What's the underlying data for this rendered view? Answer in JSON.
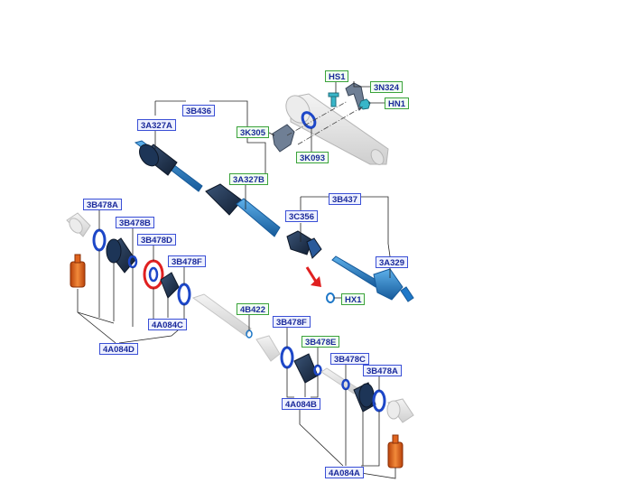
{
  "colors": {
    "leader": "#222222",
    "blue_border": "#3a4fd6",
    "green_border": "#3aa23a",
    "shaft": "#1f78c8",
    "boot": "#1d3557",
    "ring": "#1d47c8",
    "damper": "#e0641e",
    "highlight": "#e02020",
    "ghost": "#dcdcdc"
  },
  "callouts": [
    {
      "id": "HS1",
      "text": "HS1",
      "style": "green"
    },
    {
      "id": "3N324",
      "text": "3N324",
      "style": "green"
    },
    {
      "id": "HN1",
      "text": "HN1",
      "style": "green"
    },
    {
      "id": "3K305",
      "text": "3K305",
      "style": "green"
    },
    {
      "id": "3K093",
      "text": "3K093",
      "style": "green"
    },
    {
      "id": "3B436",
      "text": "3B436",
      "style": "blue"
    },
    {
      "id": "3A327A",
      "text": "3A327A",
      "style": "blue"
    },
    {
      "id": "3A327B",
      "text": "3A327B",
      "style": "green"
    },
    {
      "id": "3B437",
      "text": "3B437",
      "style": "blue"
    },
    {
      "id": "3C356",
      "text": "3C356",
      "style": "blue"
    },
    {
      "id": "3A329",
      "text": "3A329",
      "style": "blue"
    },
    {
      "id": "HX1",
      "text": "HX1",
      "style": "green"
    },
    {
      "id": "3B478A_left",
      "text": "3B478A",
      "style": "blue"
    },
    {
      "id": "3B478B",
      "text": "3B478B",
      "style": "blue"
    },
    {
      "id": "3B478D",
      "text": "3B478D",
      "style": "blue"
    },
    {
      "id": "3B478F_left",
      "text": "3B478F",
      "style": "blue"
    },
    {
      "id": "4A084C",
      "text": "4A084C",
      "style": "blue"
    },
    {
      "id": "4A084D",
      "text": "4A084D",
      "style": "blue"
    },
    {
      "id": "4B422",
      "text": "4B422",
      "style": "green"
    },
    {
      "id": "3B478F_right",
      "text": "3B478F",
      "style": "blue"
    },
    {
      "id": "3B478E",
      "text": "3B478E",
      "style": "green"
    },
    {
      "id": "3B478C",
      "text": "3B478C",
      "style": "blue"
    },
    {
      "id": "3B478A_right",
      "text": "3B478A",
      "style": "blue"
    },
    {
      "id": "4A084B",
      "text": "4A084B",
      "style": "blue"
    },
    {
      "id": "4A084A",
      "text": "4A084A",
      "style": "blue"
    }
  ]
}
